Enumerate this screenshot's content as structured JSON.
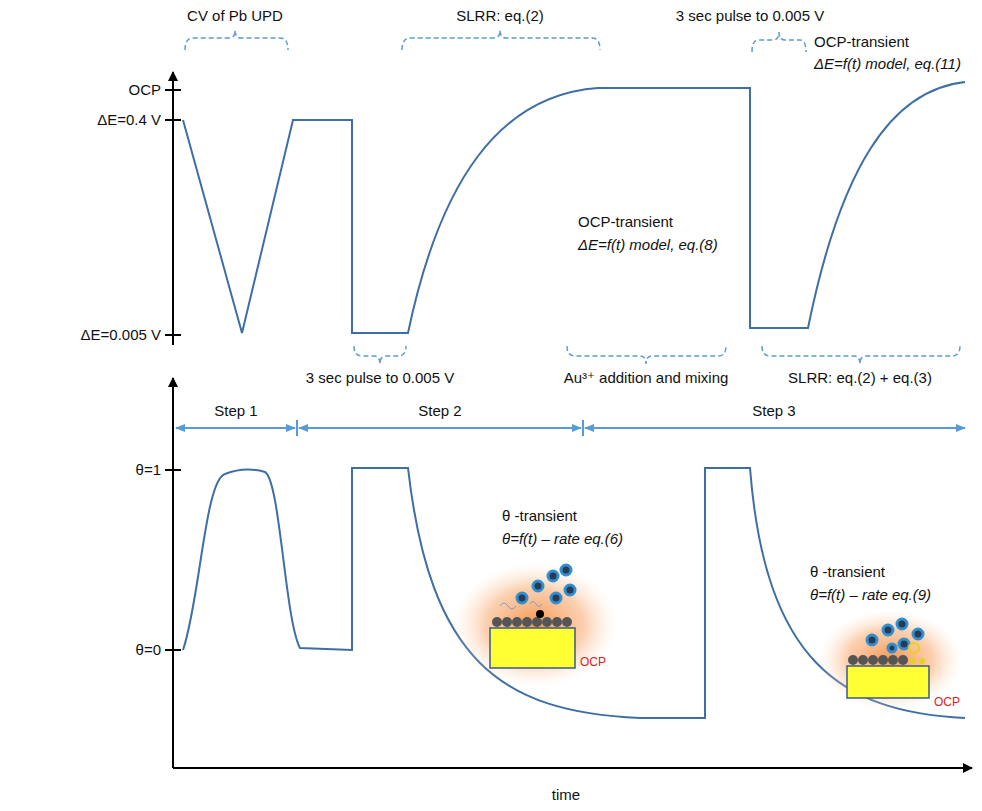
{
  "diagram": {
    "labels": [
      "CV of Pb UPD",
      "SLRR: eq.(2)",
      "3 sec pulse to 0.005 V",
      "OCP",
      "ΔE=0.4 V",
      "ΔE=0.005 V",
      "OCP-transient",
      "ΔE=f(t) model, eq.(8)",
      "3 sec pulse to 0.005 V",
      "Au³⁺ addition and mixing",
      "OCP-transient",
      "ΔE=f(t) model, eq.(11)",
      "SLRR: eq.(2) + eq.(3)",
      "Step 1",
      "Step 2",
      "Step 3",
      "θ=1",
      "θ=0",
      "θ -transient",
      "θ=f(t) – rate eq.(6)",
      "OCP",
      "θ -transient",
      "θ=f(t) – rate eq.(9)",
      "OCP",
      "time"
    ]
  }
}
